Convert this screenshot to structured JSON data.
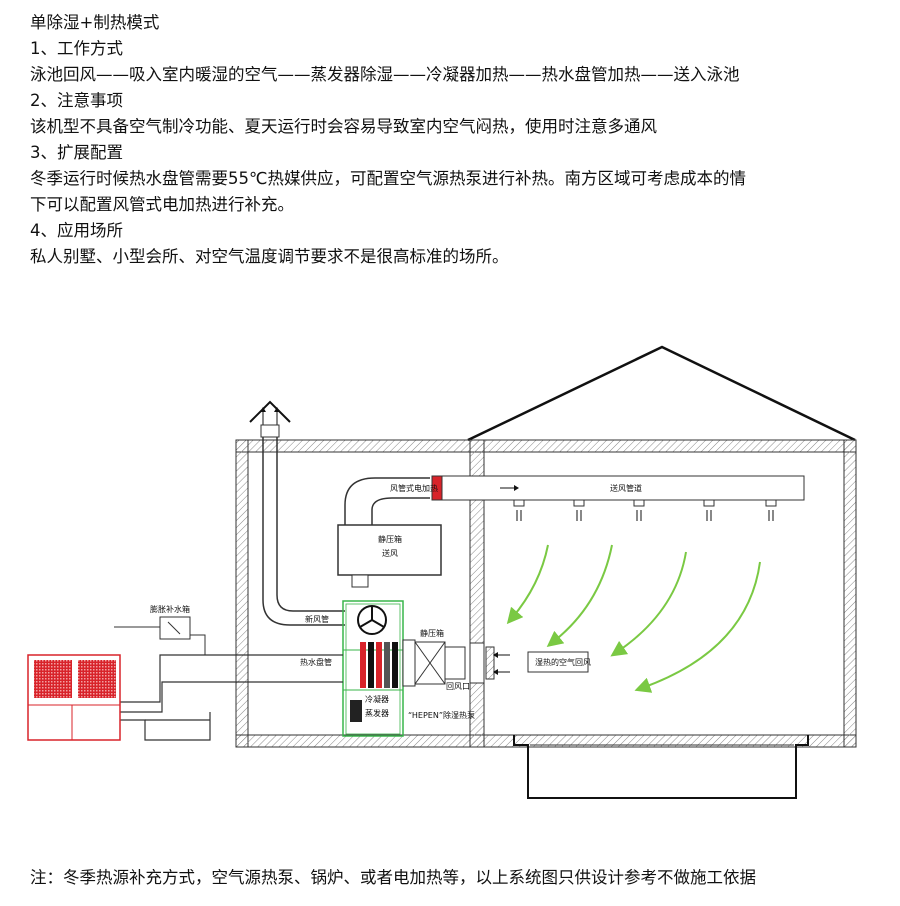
{
  "header": {
    "title": "单除湿+制热模式",
    "sections": [
      {
        "heading": "1、工作方式",
        "body": [
          "泳池回风——吸入室内暖湿的空气——蒸发器除湿——冷凝器加热——热水盘管加热——送入泳池"
        ]
      },
      {
        "heading": "2、注意事项",
        "body": [
          "该机型不具备空气制冷功能、夏天运行时会容易导致室内空气闷热，使用时注意多通风"
        ]
      },
      {
        "heading": "3、扩展配置",
        "body": [
          "冬季运行时候热水盘管需要55℃热媒供应，可配置空气源热泵进行补热。南方区域可考虑成本的情",
          "下可以配置风管式电加热进行补充。"
        ]
      },
      {
        "heading": "4、应用场所",
        "body": [
          "私人别墅、小型会所、对空气温度调节要求不是很高标准的场所。"
        ]
      }
    ]
  },
  "diagram": {
    "labels": {
      "duct_heater": "风管式电加热",
      "supply_duct": "送风管道",
      "plenum_top": "静压箱",
      "plenum_top_sub": "送风",
      "fresh_air_duct": "新风管",
      "expansion_tank": "膨胀补水箱",
      "hot_water_coil": "热水盘管",
      "condenser": "冷凝器",
      "evaporator": "蒸发器",
      "plenum_side": "静压箱",
      "return_port": "回风口",
      "unit_name": "“HEPEN”除湿热泵",
      "return_air": "湿热的空气回风"
    },
    "colors": {
      "unit_outline": "#39b54a",
      "heat_pump": "#d8232a",
      "airflow_arrows": "#7ac943",
      "wall_hatch": "#888888"
    }
  },
  "footnote": "注：冬季热源补充方式，空气源热泵、锅炉、或者电加热等，以上系统图只供设计参考不做施工依据"
}
